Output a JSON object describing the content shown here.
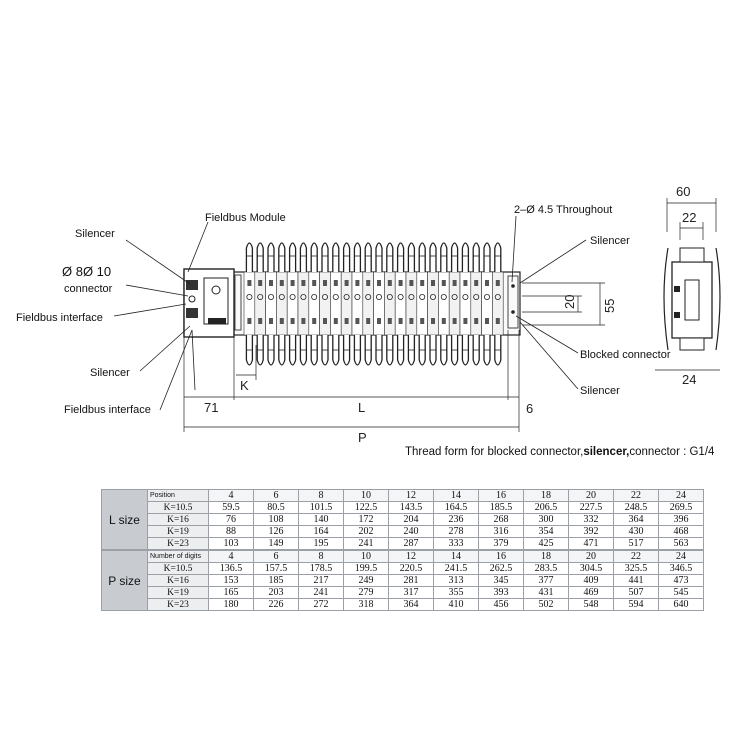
{
  "labels": {
    "fieldbus_module": "Fieldbus Module",
    "silencer_top_left": "Silencer",
    "connector_size": "Ø 8Ø 10",
    "connector": "connector",
    "fieldbus_interface_left": "Fieldbus interface",
    "silencer_bottom_left": "Silencer",
    "fieldbus_interface_bottom": "Fieldbus interface",
    "throughout": "2–Ø 4.5 Throughout",
    "silencer_right_top": "Silencer",
    "blocked_connector": "Blocked connector",
    "silencer_right_bottom": "Silencer"
  },
  "dimensions": {
    "k": "K",
    "d71": "71",
    "l": "L",
    "d6": "6",
    "p": "P",
    "d20": "20",
    "d55": "55",
    "d60": "60",
    "d22": "22",
    "d24": "24"
  },
  "thread_note": {
    "prefix": "Thread form for blocked connector,",
    "bold": "silencer,",
    "suffix": "connector : G1/4"
  },
  "l_table": {
    "side_label": "L size",
    "header_label": "Position",
    "columns": [
      "4",
      "6",
      "8",
      "10",
      "12",
      "14",
      "16",
      "18",
      "20",
      "22",
      "24"
    ],
    "rows": [
      {
        "k": "K=10.5",
        "values": [
          "59.5",
          "80.5",
          "101.5",
          "122.5",
          "143.5",
          "164.5",
          "185.5",
          "206.5",
          "227.5",
          "248.5",
          "269.5"
        ]
      },
      {
        "k": "K=16",
        "values": [
          "76",
          "108",
          "140",
          "172",
          "204",
          "236",
          "268",
          "300",
          "332",
          "364",
          "396"
        ]
      },
      {
        "k": "K=19",
        "values": [
          "88",
          "126",
          "164",
          "202",
          "240",
          "278",
          "316",
          "354",
          "392",
          "430",
          "468"
        ]
      },
      {
        "k": "K=23",
        "values": [
          "103",
          "149",
          "195",
          "241",
          "287",
          "333",
          "379",
          "425",
          "471",
          "517",
          "563"
        ]
      }
    ]
  },
  "p_table": {
    "side_label": "P size",
    "header_label": "Number of digits",
    "columns": [
      "4",
      "6",
      "8",
      "10",
      "12",
      "14",
      "16",
      "18",
      "20",
      "22",
      "24"
    ],
    "rows": [
      {
        "k": "K=10.5",
        "values": [
          "136.5",
          "157.5",
          "178.5",
          "199.5",
          "220.5",
          "241.5",
          "262.5",
          "283.5",
          "304.5",
          "325.5",
          "346.5"
        ]
      },
      {
        "k": "K=16",
        "values": [
          "153",
          "185",
          "217",
          "249",
          "281",
          "313",
          "345",
          "377",
          "409",
          "441",
          "473"
        ]
      },
      {
        "k": "K=19",
        "values": [
          "165",
          "203",
          "241",
          "279",
          "317",
          "355",
          "393",
          "431",
          "469",
          "507",
          "545"
        ]
      },
      {
        "k": "K=23",
        "values": [
          "180",
          "226",
          "272",
          "318",
          "364",
          "410",
          "456",
          "502",
          "548",
          "594",
          "640"
        ]
      }
    ]
  },
  "colors": {
    "line": "#222222",
    "table_side": "#c8cbd0",
    "table_border": "#9aa0a6"
  }
}
